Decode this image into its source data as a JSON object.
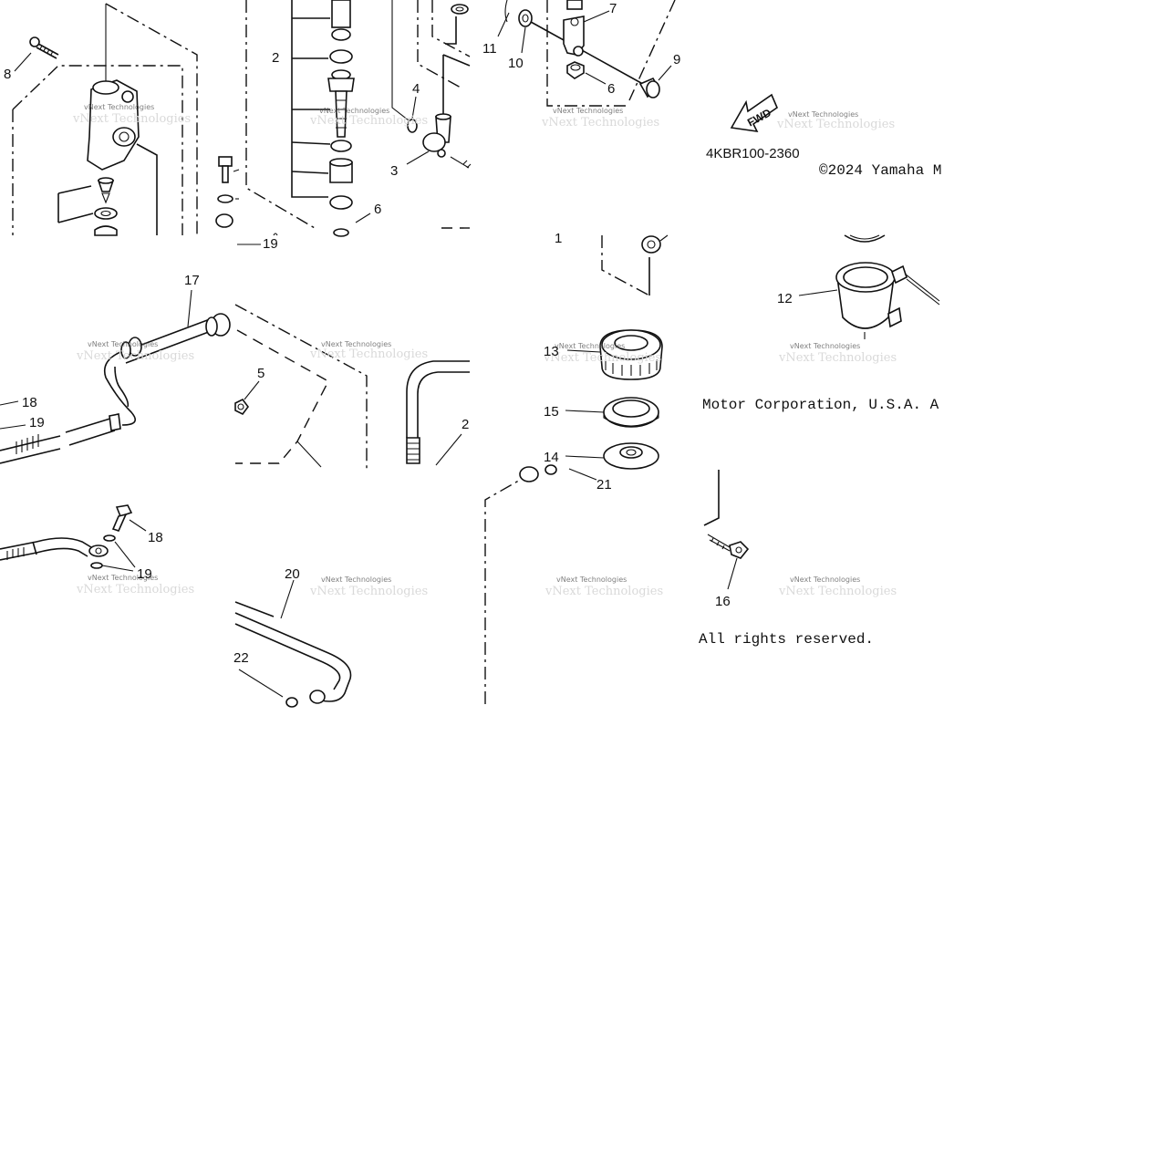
{
  "diagram": {
    "part_code": "4KBR100-2360",
    "copyright_line_1": "©2024 Yamaha M",
    "copyright_line_2": "Motor Corporation, U.S.A. A",
    "copyright_line_3": "All rights reserved.",
    "watermark_text": "vNext Technologies",
    "fwd_label": "FWD",
    "callouts": {
      "c1": "8",
      "c2": "2",
      "c3": "4",
      "c4": "3",
      "c5": "6",
      "c6": "19",
      "c7": "11",
      "c8": "10",
      "c9": "7",
      "c10": "9",
      "c11": "6",
      "c12": "17",
      "c13": "5",
      "c14": "18",
      "c15": "19",
      "c16": "2",
      "c17": "1",
      "c18": "12",
      "c19": "13",
      "c20": "15",
      "c21": "14",
      "c22": "21",
      "c23": "18",
      "c24": "19",
      "c25": "20",
      "c26": "22",
      "c27": "16"
    }
  }
}
